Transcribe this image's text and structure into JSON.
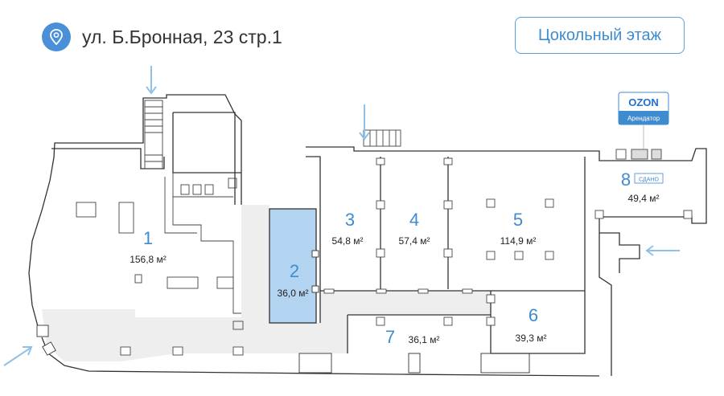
{
  "header": {
    "address": "ул. Б.Бронная, 23 стр.1",
    "floor_button": "Цокольный этаж"
  },
  "tenant_badge": {
    "brand": "OZON",
    "label": "Арендатор"
  },
  "room_status": {
    "8": "СДАНО"
  },
  "rooms": [
    {
      "number": "1",
      "area": "156,8 м²"
    },
    {
      "number": "2",
      "area": "36,0 м²"
    },
    {
      "number": "3",
      "area": "54,8 м²"
    },
    {
      "number": "4",
      "area": "57,4 м²"
    },
    {
      "number": "5",
      "area": "114,9 м²"
    },
    {
      "number": "6",
      "area": "39,3 м²"
    },
    {
      "number": "7",
      "area": "36,1 м²"
    },
    {
      "number": "8",
      "area": "49,4 м²"
    }
  ],
  "colors": {
    "accent": "#3f8bcf",
    "selected_room": "#b3d4f0",
    "corridor": "#eeeeee",
    "arrow": "#8fc1e8"
  }
}
